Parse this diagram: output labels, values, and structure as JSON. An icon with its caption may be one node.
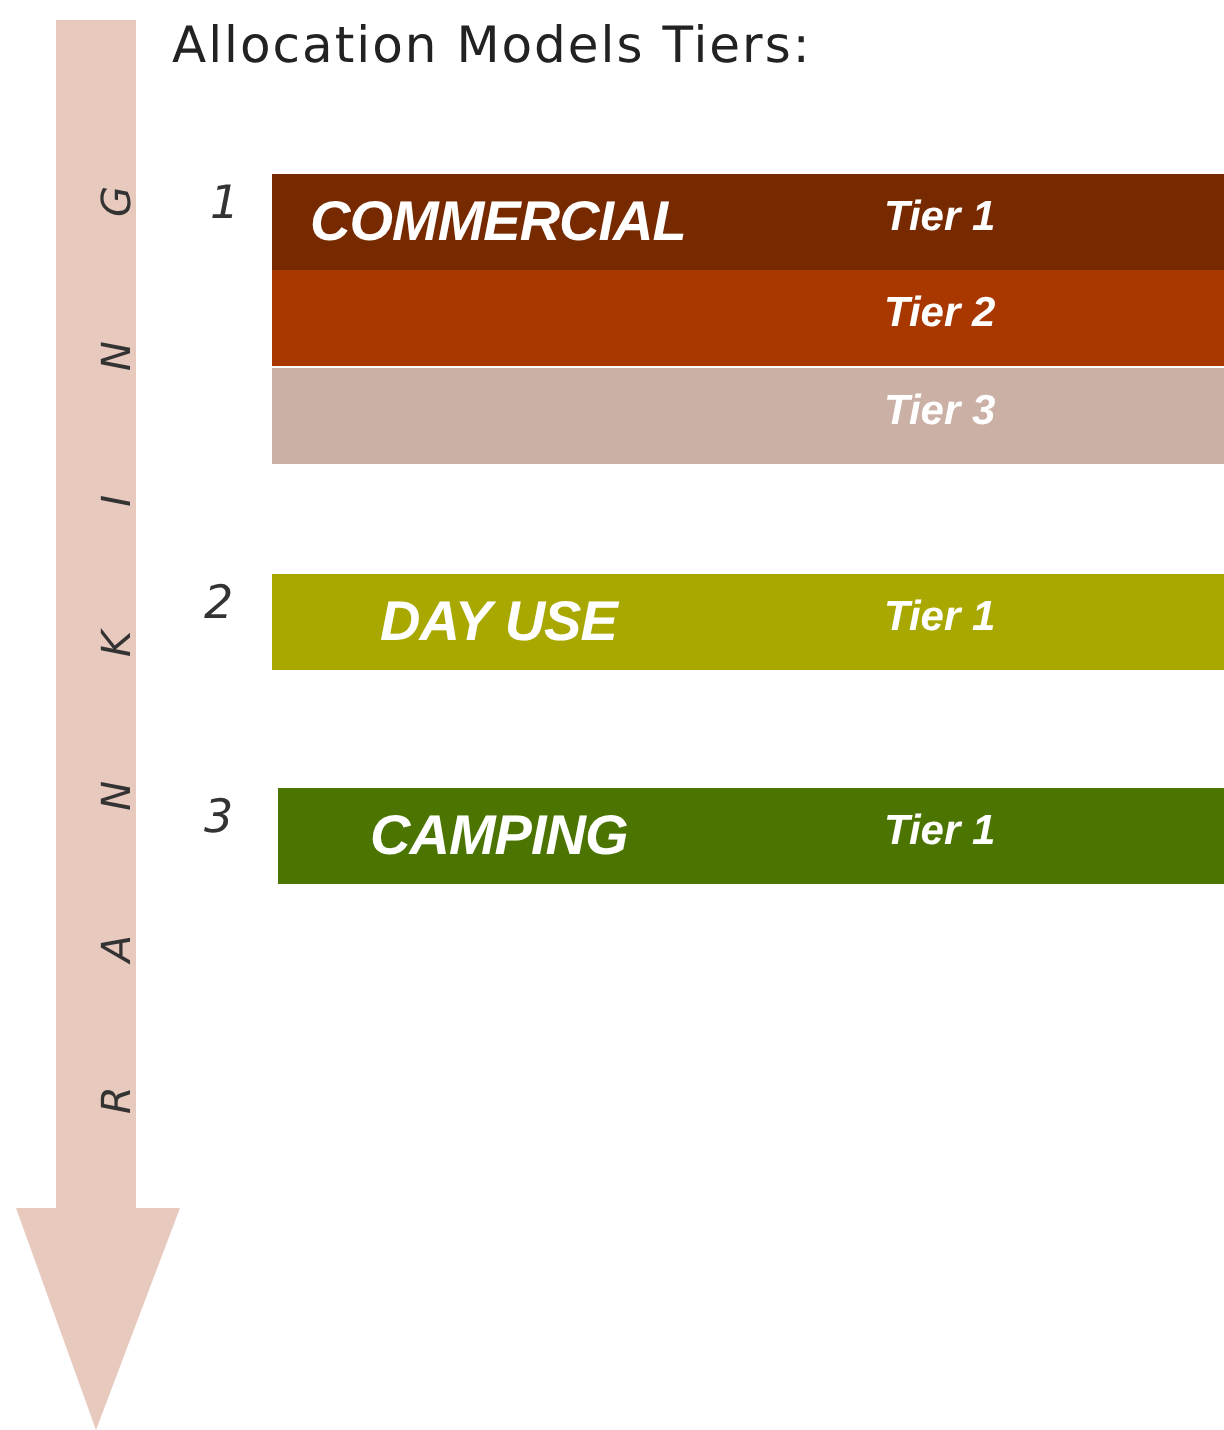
{
  "diagram": {
    "title": "Allocation Models Tiers:",
    "nodes": [
      {
        "text": [
          "COMMERCIAL",
          "Tier 1"
        ],
        "beside": [
          "1"
        ]
      },
      {
        "text": [
          "Tier 2"
        ]
      },
      {
        "text": [
          "Tier 3"
        ]
      },
      {
        "text": [
          "DAY USE",
          "Tier 1"
        ],
        "beside": [
          "2"
        ]
      },
      {
        "text": [
          "CAMPING",
          "Tier 1"
        ],
        "beside": [
          "3"
        ]
      }
    ],
    "labels": [
      "RANKING"
    ]
  }
}
